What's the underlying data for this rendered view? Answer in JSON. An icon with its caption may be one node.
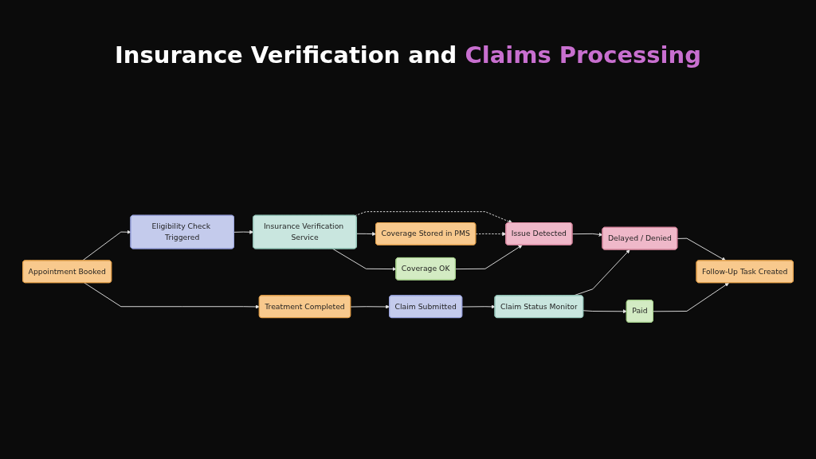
{
  "diagram": {
    "title": "Insurance Verification and Claims Processing",
    "nodes": [
      {
        "text": [
          "Appointment Booked"
        ]
      },
      {
        "text": [
          "Eligibility Check Triggered"
        ]
      },
      {
        "text": [
          "Insurance Verification Service"
        ]
      },
      {
        "text": [
          "Coverage Stored in PMS"
        ]
      },
      {
        "text": [
          "Coverage OK"
        ]
      },
      {
        "text": [
          "Issue Detected"
        ]
      },
      {
        "text": [
          "Treatment Completed"
        ]
      },
      {
        "text": [
          "Claim Submitted"
        ]
      },
      {
        "text": [
          "Claim Status Monitor"
        ]
      },
      {
        "text": [
          "Delayed / Denied"
        ]
      },
      {
        "text": [
          "Paid"
        ]
      },
      {
        "text": [
          "Follow-Up Task Created"
        ]
      }
    ],
    "edges": [
      {
        "from": 0,
        "to": 1,
        "arrow": "to"
      },
      {
        "from": 1,
        "to": 2,
        "arrow": "to"
      },
      {
        "from": 2,
        "to": 3,
        "arrow": "to"
      },
      {
        "from": 2,
        "to": 4,
        "arrow": "to"
      },
      {
        "from": 2,
        "to": 5,
        "arrow": "to",
        "style": "dashed"
      },
      {
        "from": 3,
        "to": 5,
        "arrow": "to",
        "style": "dashed"
      },
      {
        "from": 4,
        "to": 5,
        "arrow": "to"
      },
      {
        "from": 5,
        "to": 9,
        "arrow": "to"
      },
      {
        "from": 0,
        "to": 6,
        "arrow": "to"
      },
      {
        "from": 6,
        "to": 7,
        "arrow": "to"
      },
      {
        "from": 7,
        "to": 8,
        "arrow": "to"
      },
      {
        "from": 8,
        "to": 9,
        "arrow": "to"
      },
      {
        "from": 8,
        "to": 10,
        "arrow": "to"
      },
      {
        "from": 9,
        "to": 11,
        "arrow": "to"
      },
      {
        "from": 10,
        "to": 11,
        "arrow": "to"
      }
    ]
  }
}
